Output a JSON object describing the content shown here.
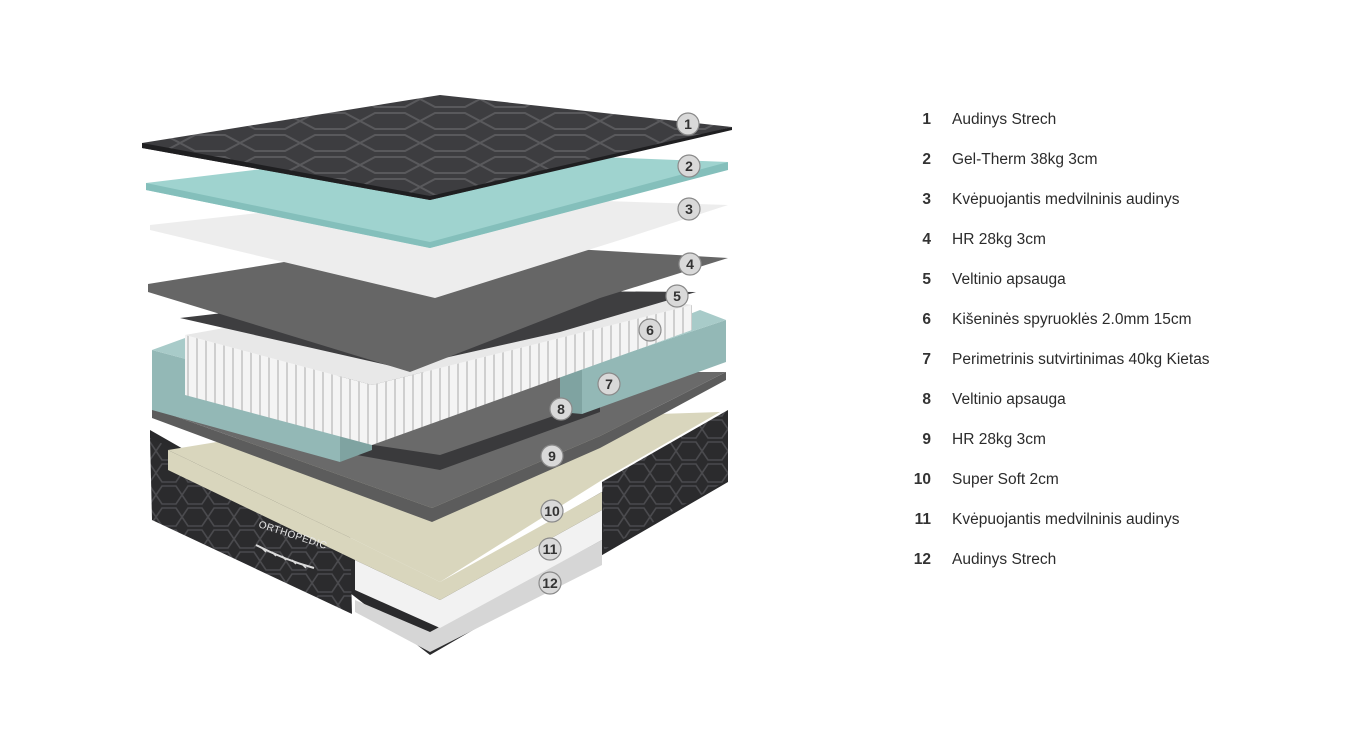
{
  "brand": {
    "logo_text": "ORTHOPEDIC"
  },
  "layers": [
    {
      "number": "1",
      "label": "Audinys Strech"
    },
    {
      "number": "2",
      "label": "Gel-Therm 38kg 3cm"
    },
    {
      "number": "3",
      "label": "Kvėpuojantis medvilninis audinys"
    },
    {
      "number": "4",
      "label": "HR 28kg 3cm"
    },
    {
      "number": "5",
      "label": "Veltinio apsauga"
    },
    {
      "number": "6",
      "label": "Kišeninės spyruoklės 2.0mm 15cm"
    },
    {
      "number": "7",
      "label": "Perimetrinis sutvirtinimas 40kg Kietas"
    },
    {
      "number": "8",
      "label": "Veltinio apsauga"
    },
    {
      "number": "9",
      "label": "HR 28kg 3cm"
    },
    {
      "number": "10",
      "label": "Super Soft 2cm"
    },
    {
      "number": "11",
      "label": "Kvėpuojantis medvilninis audinys"
    },
    {
      "number": "12",
      "label": "Audinys Strech"
    }
  ],
  "colors": {
    "quilted_top": "#3c3c3e",
    "gel_layer": "#9fd3cf",
    "white_layer": "#ededed",
    "gray_foam": "#666666",
    "felt": "#4a4a4c",
    "perimeter_foam": "#93b8b6",
    "soft_foam": "#d9d6bd",
    "base_fabric": "#2a2a2c"
  }
}
